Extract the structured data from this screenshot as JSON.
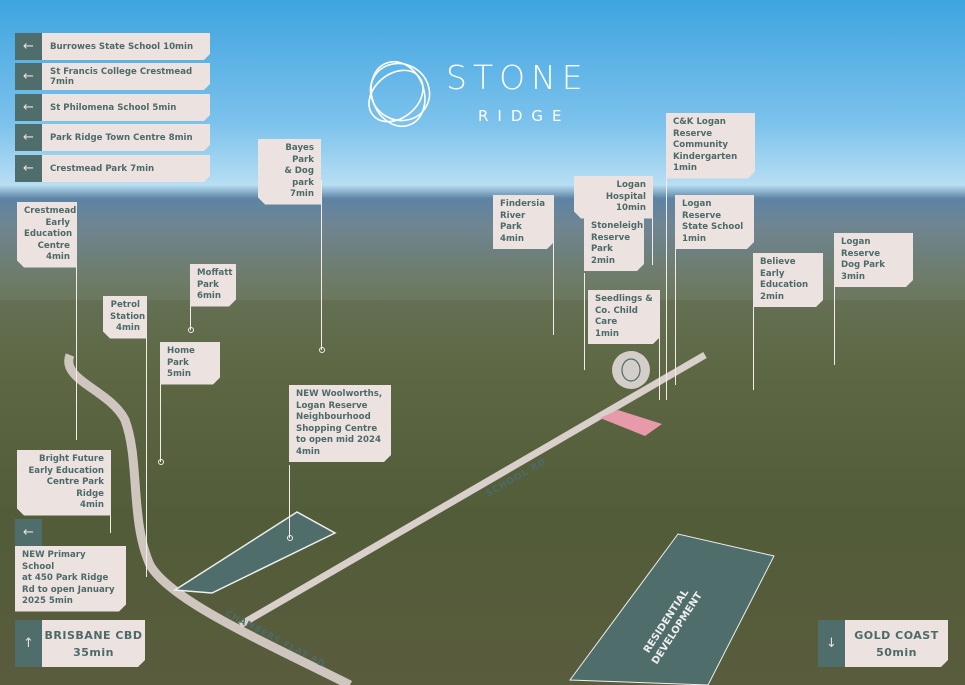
{
  "brand": {
    "logo_text": "STONE",
    "logo_subtext": "RIDGE"
  },
  "colors": {
    "label_bg": "#ece3e1",
    "label_text": "#4d6a68",
    "accent": "#4f6d6a",
    "site": "#e79aa9"
  },
  "left_nav": [
    {
      "icon": "arrow-left-icon",
      "label": "Burrowes State School 10min"
    },
    {
      "icon": "arrow-left-icon",
      "label": "St Francis College Crestmead 7min"
    },
    {
      "icon": "arrow-left-icon",
      "label": "St Philomena School 5min"
    },
    {
      "icon": "arrow-left-icon",
      "label": "Park Ridge Town Centre 8min"
    },
    {
      "icon": "arrow-left-icon",
      "label": "Crestmead Park 7min"
    }
  ],
  "places": {
    "bayes": [
      "Bayes Park",
      "& Dog park",
      "7min"
    ],
    "crestmead_eec": [
      "Crestmead",
      "Early",
      "Education",
      "Centre",
      "4min"
    ],
    "moffatt": [
      "Moffatt",
      "Park",
      "6min"
    ],
    "petrol": [
      "Petrol",
      "Station",
      "4min"
    ],
    "home_park": [
      "Home Park",
      "5min"
    ],
    "woolworths": [
      "NEW Woolworths,",
      "Logan Reserve",
      "Neighbourhood",
      "Shopping Centre",
      "to open mid 2024",
      "4min"
    ],
    "bright_future": [
      "Bright Future",
      "Early Education",
      "Centre Park Ridge",
      "4min"
    ],
    "primary_school": [
      "NEW Primary School",
      "at 450 Park Ridge",
      "Rd to open January",
      "2025 5min"
    ],
    "findersia": [
      "Findersia",
      "River Park",
      "4min"
    ],
    "logan_hospital": [
      "Logan Hospital",
      "10min"
    ],
    "stoneleigh": [
      "Stoneleigh",
      "Reserve",
      "Park",
      "2min"
    ],
    "ck_logan": [
      "C&K Logan",
      "Reserve",
      "Community",
      "Kindergarten",
      "1min"
    ],
    "lr_state_school": [
      "Logan Reserve",
      "State School",
      "1min"
    ],
    "believe": [
      "Believe Early",
      "Education",
      "2min"
    ],
    "lr_dog_park": [
      "Logan Reserve",
      "Dog Park",
      "3min"
    ],
    "seedlings": [
      "Seedlings &",
      "Co. Child Care",
      "1min"
    ]
  },
  "primary_school_icon": "arrow-left-icon",
  "destinations": {
    "brisbane": {
      "icon": "arrow-up-icon",
      "name": "BRISBANE CBD",
      "time": "35min"
    },
    "gold_coast": {
      "icon": "arrow-down-icon",
      "name": "GOLD COAST",
      "time": "50min"
    }
  },
  "roads": {
    "school_rd": "SCHOOL RD",
    "chambers": "CHAMBERS FLAT RD"
  },
  "residential": [
    "RESIDENTIAL",
    "DEVELOPMENT"
  ]
}
